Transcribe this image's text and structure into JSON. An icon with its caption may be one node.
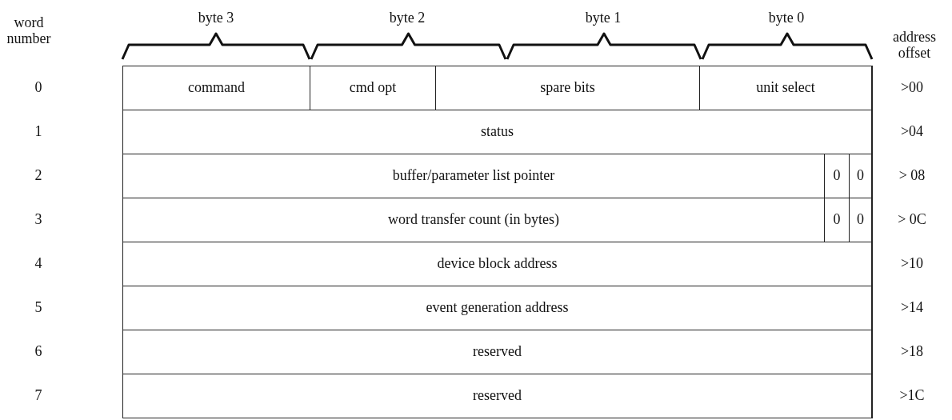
{
  "diagram": {
    "nodes": [
      {
        "text": [
          "command"
        ]
      },
      {
        "text": [
          "cmd opt"
        ]
      },
      {
        "text": [
          "spare bits"
        ]
      },
      {
        "text": [
          "unit select"
        ]
      },
      {
        "text": [
          "status"
        ]
      },
      {
        "text": [
          "buffer/parameter list pointer"
        ]
      },
      {
        "text": [
          "0"
        ]
      },
      {
        "text": [
          "0"
        ]
      },
      {
        "text": [
          "word transfer count (in bytes)"
        ]
      },
      {
        "text": [
          "0"
        ]
      },
      {
        "text": [
          "0"
        ]
      },
      {
        "text": [
          "device block address"
        ]
      },
      {
        "text": [
          "event generation address"
        ]
      },
      {
        "text": [
          "reserved"
        ]
      },
      {
        "text": [
          "reserved"
        ]
      }
    ],
    "labels": [
      "byte 3",
      "byte 2",
      "byte 1",
      "byte 0",
      "word number",
      "address offset",
      "0",
      ">00",
      "1",
      ">04",
      "2",
      "> 08",
      "3",
      "> 0C",
      "4",
      ">10",
      "5",
      ">14",
      "6",
      ">18",
      "7",
      ">1C"
    ]
  }
}
